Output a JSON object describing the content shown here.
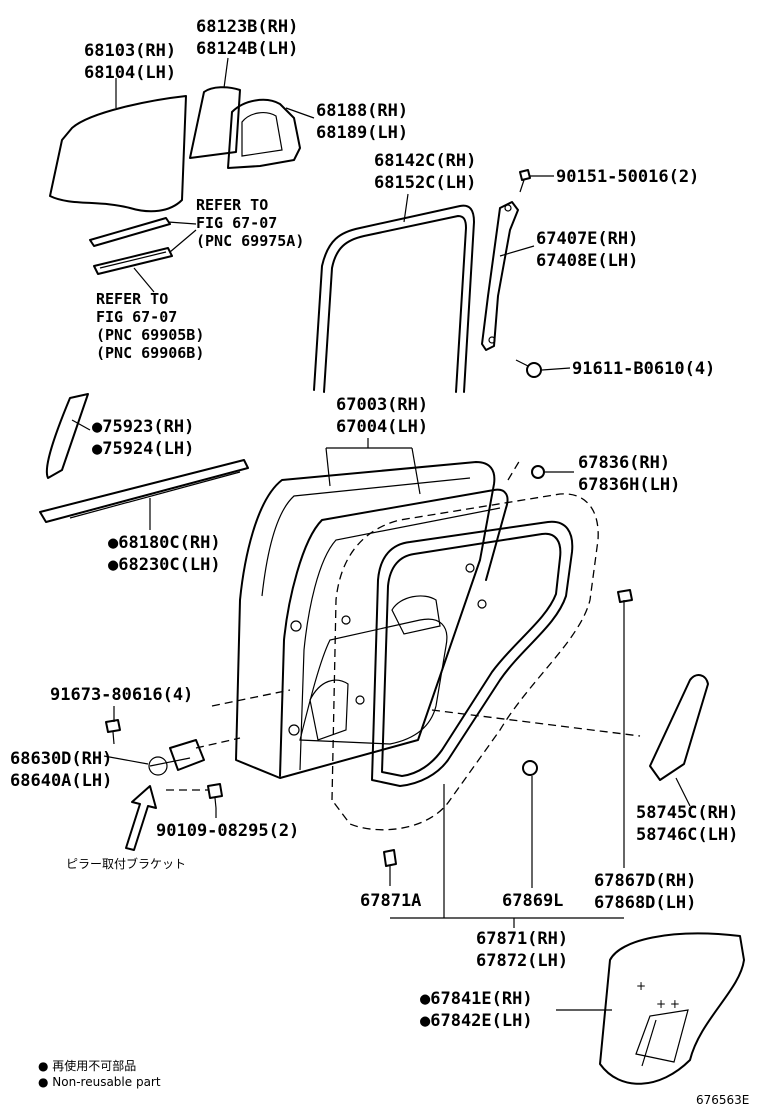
{
  "labels": {
    "p68103": "68103(RH)",
    "p68104": "68104(LH)",
    "p68123b": "68123B(RH)",
    "p68124b": "68124B(LH)",
    "p68188": "68188(RH)",
    "p68189": "68189(LH)",
    "p68142c": "68142C(RH)",
    "p68152c": "68152C(LH)",
    "p90151": "90151-50016(2)",
    "p67407e": "67407E(RH)",
    "p67408e": "67408E(LH)",
    "p91611": "91611-B0610(4)",
    "p75923": "●75923(RH)",
    "p75924": "●75924(LH)",
    "p67003": "67003(RH)",
    "p67004": "67004(LH)",
    "p67836": "67836(RH)",
    "p67836h": "67836H(LH)",
    "p68180c": "●68180C(RH)",
    "p68230c": "●68230C(LH)",
    "p91673": "91673-80616(4)",
    "p68630d": "68630D(RH)",
    "p68640a": "68640A(LH)",
    "p90109": "90109-08295(2)",
    "p58745c": "58745C(RH)",
    "p58746c": "58746C(LH)",
    "p67867d": "67867D(RH)",
    "p67868d": "67868D(LH)",
    "p67871a": "67871A",
    "p67869l": "67869L",
    "p67871": "67871(RH)",
    "p67872": "67872(LH)",
    "p67841e": "●67841E(RH)",
    "p67842e": "●67842E(LH)"
  },
  "references": {
    "ref1_line1": "REFER TO",
    "ref1_line2": "FIG 67-07",
    "ref1_line3": "(PNC 69975A)",
    "ref2_line1": "REFER TO",
    "ref2_line2": "FIG 67-07",
    "ref2_line3": "(PNC 69905B)",
    "ref2_line4": "(PNC 69906B)"
  },
  "annotations": {
    "pillar_bracket_jp": "ピラー取付ブラケット"
  },
  "legend": {
    "line_jp": "● 再使用不可部品",
    "line_en": "● Non-reusable part"
  },
  "figure_id": "676563E"
}
